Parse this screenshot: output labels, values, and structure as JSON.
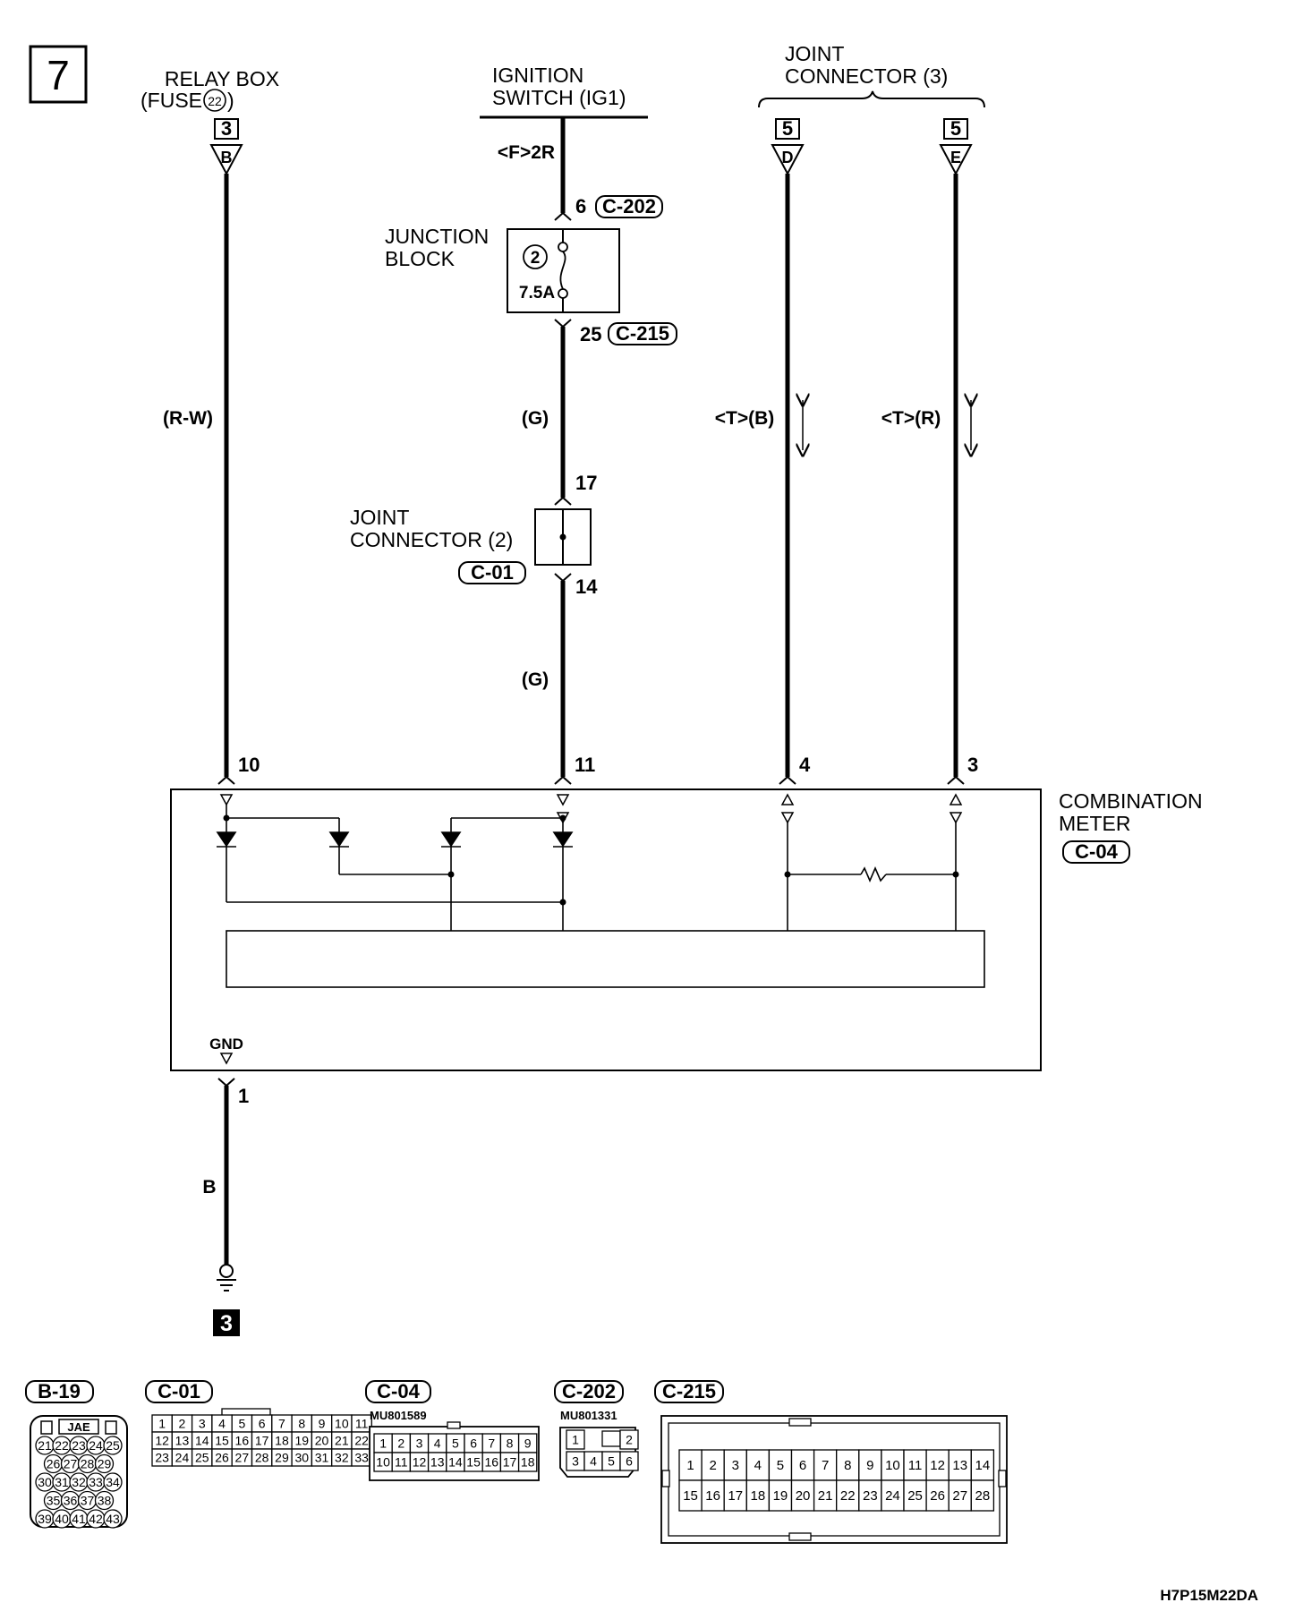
{
  "page_number": "7",
  "relay_box": {
    "line1": "RELAY BOX",
    "line2_prefix": "(FUSE",
    "fuse_no": "22",
    "line2_suffix": ")",
    "ref_box": "3",
    "ref_letter": "B",
    "wire_color": "(R-W)"
  },
  "ignition_switch": {
    "line1": "IGNITION",
    "line2": "SWITCH (IG1)",
    "variant": "<F>2R",
    "wire_color_1": "(G)",
    "wire_color_2": "(G)"
  },
  "junction_block": {
    "line1": "JUNCTION",
    "line2": "BLOCK",
    "fuse_no": "2",
    "rating": "7.5A",
    "in_pin": "6",
    "in_conn": "C-202",
    "out_pin": "25",
    "out_conn": "C-215"
  },
  "joint_connector_2": {
    "line1": "JOINT",
    "line2": "CONNECTOR (2)",
    "conn": "C-01",
    "pin_in": "17",
    "pin_out": "14"
  },
  "joint_connector_3": {
    "line1": "JOINT",
    "line2": "CONNECTOR (3)",
    "left": {
      "ref_box": "5",
      "ref_letter": "D",
      "wire": "<T>(B)"
    },
    "right": {
      "ref_box": "5",
      "ref_letter": "E",
      "wire": "<T>(R)"
    }
  },
  "combination_meter": {
    "line1": "COMBINATION",
    "line2": "METER",
    "conn": "C-04",
    "pins": {
      "p10": "10",
      "p11": "11",
      "p4": "4",
      "p3": "3",
      "p1": "1"
    },
    "gnd": "GND"
  },
  "ground": {
    "wire": "B",
    "ref": "3"
  },
  "connectors": {
    "b19": {
      "name": "B-19",
      "brand": "JAE",
      "rows": [
        [
          "21",
          "22",
          "23",
          "24",
          "25"
        ],
        [
          "26",
          "27",
          "28",
          "29"
        ],
        [
          "30",
          "31",
          "32",
          "33",
          "34"
        ],
        [
          "35",
          "36",
          "37",
          "38"
        ],
        [
          "39",
          "40",
          "41",
          "42",
          "43"
        ]
      ]
    },
    "c01": {
      "name": "C-01",
      "rows": [
        [
          "1",
          "2",
          "3",
          "4",
          "5",
          "6",
          "7",
          "8",
          "9",
          "10",
          "11"
        ],
        [
          "12",
          "13",
          "14",
          "15",
          "16",
          "17",
          "18",
          "19",
          "20",
          "21",
          "22"
        ],
        [
          "23",
          "24",
          "25",
          "26",
          "27",
          "28",
          "29",
          "30",
          "31",
          "32",
          "33"
        ]
      ]
    },
    "c04": {
      "name": "C-04",
      "part": "MU801589",
      "rows": [
        [
          "1",
          "2",
          "3",
          "4",
          "5",
          "6",
          "7",
          "8",
          "9"
        ],
        [
          "10",
          "11",
          "12",
          "13",
          "14",
          "15",
          "16",
          "17",
          "18"
        ]
      ]
    },
    "c202": {
      "name": "C-202",
      "part": "MU801331",
      "rows": [
        [
          "1",
          "",
          "2"
        ],
        [
          "3",
          "4",
          "5",
          "6"
        ]
      ]
    },
    "c215": {
      "name": "C-215",
      "rows": [
        [
          "1",
          "2",
          "3",
          "4",
          "5",
          "6",
          "7",
          "8",
          "9",
          "10",
          "11",
          "12",
          "13",
          "14"
        ],
        [
          "15",
          "16",
          "17",
          "18",
          "19",
          "20",
          "21",
          "22",
          "23",
          "24",
          "25",
          "26",
          "27",
          "28"
        ]
      ]
    }
  },
  "diagram_code": "H7P15M22DA"
}
